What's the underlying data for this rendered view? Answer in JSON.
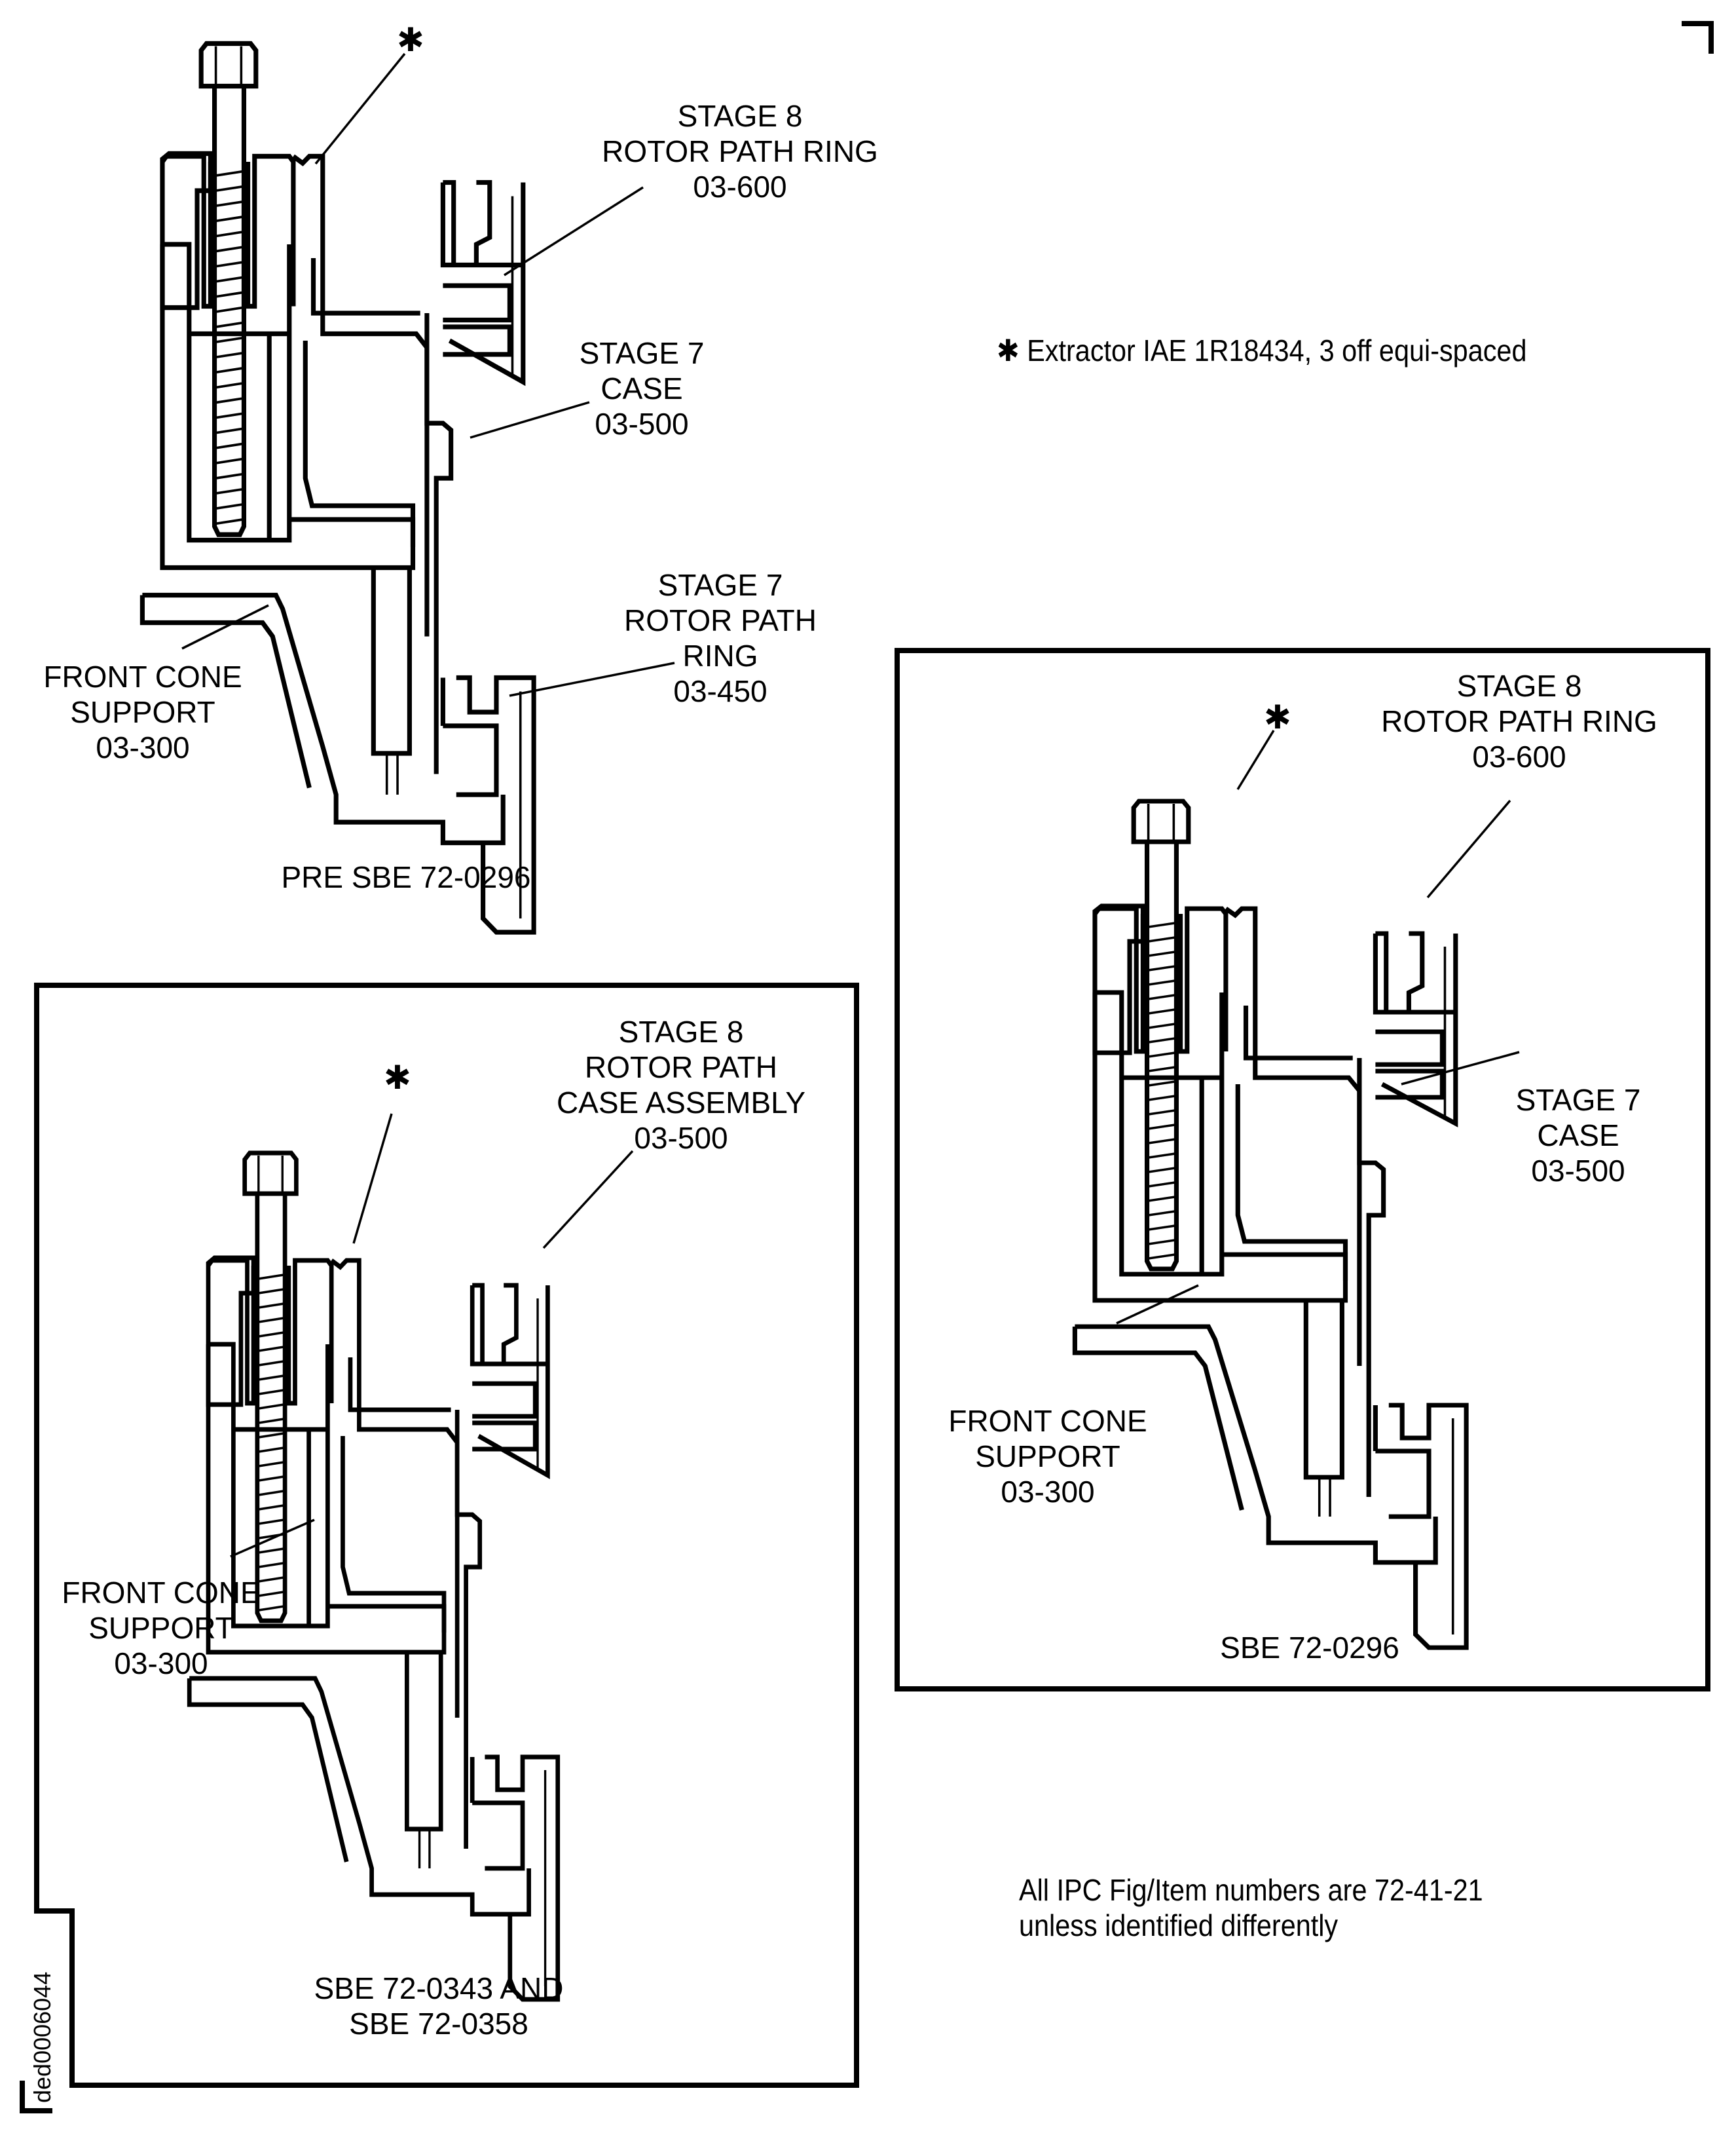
{
  "figure_id": "ded0006044",
  "footnote_extractor": "✱ Extractor IAE 1R18434, 3 off equi-spaced",
  "ipc_note": {
    "line1": "All IPC Fig/Item numbers are 72-41-21",
    "line2": "unless identified differently"
  },
  "views": {
    "pre_sbe": {
      "caption": "PRE SBE 72-0296",
      "extractor_marker": "✱",
      "labels": {
        "stage8": "STAGE 8\nROTOR PATH RING\n03-600",
        "stage7_case": "STAGE 7\nCASE\n03-500",
        "stage7_ring": "STAGE 7\nROTOR PATH\nRING\n03-450",
        "front_cone": "FRONT CONE\nSUPPORT\n03-300"
      }
    },
    "sbe_0296": {
      "caption": "SBE 72-0296",
      "extractor_marker": "✱",
      "labels": {
        "stage8": "STAGE 8\nROTOR PATH RING\n03-600",
        "stage7_case": "STAGE 7\nCASE\n03-500",
        "front_cone": "FRONT CONE\nSUPPORT\n03-300"
      }
    },
    "sbe_0343_0358": {
      "caption": "SBE 72-0343 AND\nSBE 72-0358",
      "extractor_marker": "✱",
      "labels": {
        "stage8": "STAGE 8\nROTOR PATH\nCASE ASSEMBLY\n03-500",
        "front_cone": "FRONT CONE\nSUPPORT\n03-300"
      }
    }
  }
}
